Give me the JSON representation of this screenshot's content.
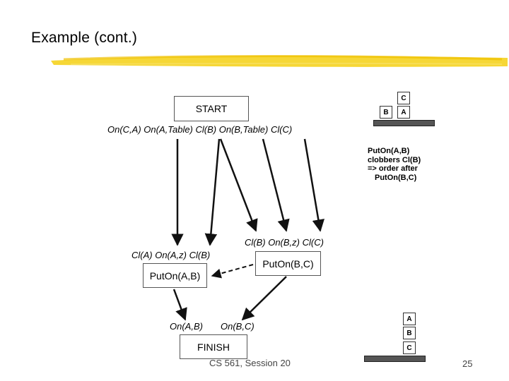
{
  "slide": {
    "title": "Example (cont.)",
    "footer": "CS 561,  Session 20",
    "page_number": "25"
  },
  "diagram": {
    "start_box": "START",
    "start_effects": "On(C,A) On(A,Table) Cl(B) On(B,Table) Cl(C)",
    "puton_ab_box": "PutOn(A,B)",
    "puton_ab_preconds": "Cl(A) On(A,z) Cl(B)",
    "puton_bc_box": "PutOn(B,C)",
    "puton_bc_preconds": "Cl(B) On(B,z) Cl(C)",
    "finish_preconds_ab": "On(A,B)",
    "finish_preconds_bc": "On(B,C)",
    "finish_box": "FINISH"
  },
  "note": {
    "line1": "PutOn(A,B)",
    "line2": "clobbers Cl(B)",
    "line3": "=> order after",
    "line4": "PutOn(B,C)"
  },
  "initial_state": {
    "top": "C",
    "left_block": "B",
    "right_block": "A"
  },
  "goal_state": {
    "top": "A",
    "middle": "B",
    "bottom": "C"
  }
}
